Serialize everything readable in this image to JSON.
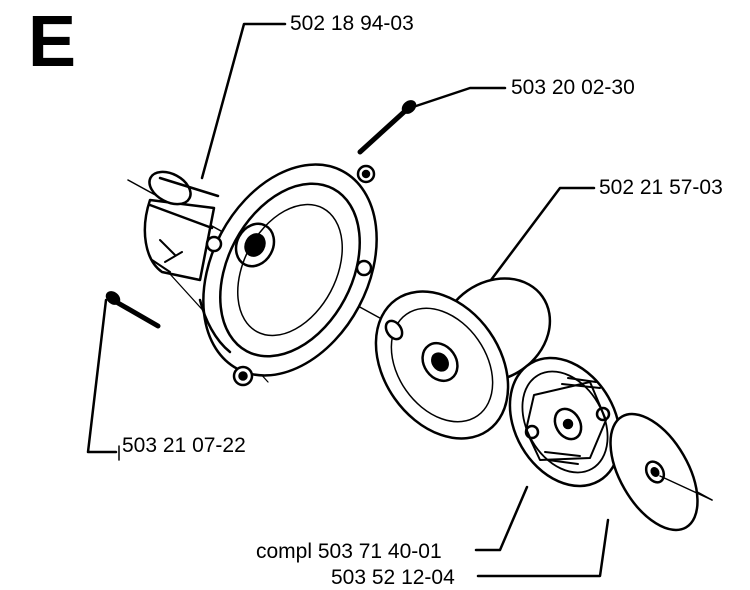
{
  "section_letter": "E",
  "part_labels": [
    {
      "id": "clutch-cover",
      "number": "502 18 94-03"
    },
    {
      "id": "screw-top",
      "number": "503 20 02-30"
    },
    {
      "id": "clutch-drum",
      "number": "502 21 57-03"
    },
    {
      "id": "screw-left",
      "number": "503 21 07-22"
    },
    {
      "id": "clutch-assembly",
      "number": "compl 503 71 40-01"
    },
    {
      "id": "washer",
      "number": "503 52 12-04"
    }
  ],
  "colors": {
    "ink": "#000000",
    "paper": "#ffffff"
  }
}
